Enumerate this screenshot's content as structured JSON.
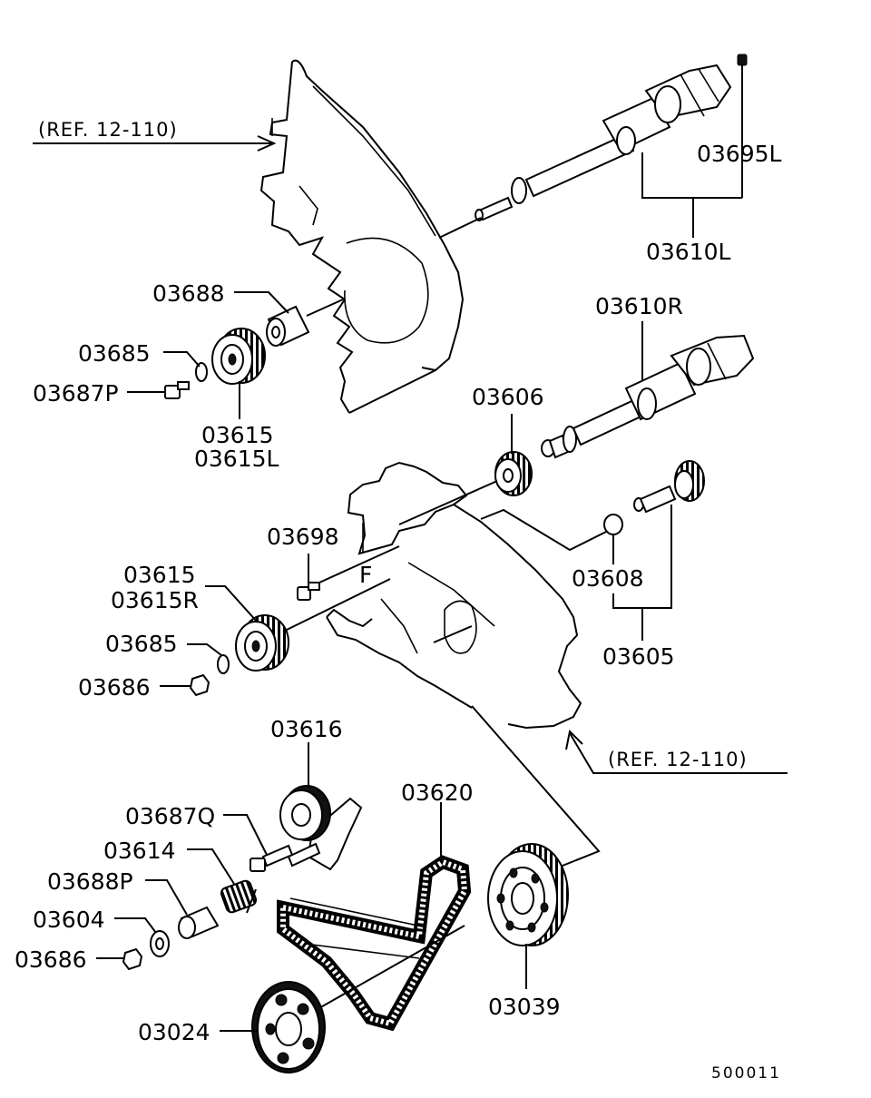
{
  "parts": [
    {
      "id": "p03695L",
      "label": "03695L"
    },
    {
      "id": "p03610L",
      "label": "03610L"
    },
    {
      "id": "p03688",
      "label": "03688"
    },
    {
      "id": "p03685a",
      "label": "03685"
    },
    {
      "id": "p03687P",
      "label": "03687P"
    },
    {
      "id": "p03615a",
      "label": "03615"
    },
    {
      "id": "p03615L",
      "label": "03615L"
    },
    {
      "id": "p03610R",
      "label": "03610R"
    },
    {
      "id": "p03606",
      "label": "03606"
    },
    {
      "id": "p03698",
      "label": "03698"
    },
    {
      "id": "p03615b",
      "label": "03615"
    },
    {
      "id": "p03615R",
      "label": "03615R"
    },
    {
      "id": "p03685b",
      "label": "03685"
    },
    {
      "id": "p03686a",
      "label": "03686"
    },
    {
      "id": "p03608",
      "label": "03608"
    },
    {
      "id": "p03605",
      "label": "03605"
    },
    {
      "id": "p03616",
      "label": "03616"
    },
    {
      "id": "p03687Q",
      "label": "03687Q"
    },
    {
      "id": "p03620",
      "label": "03620"
    },
    {
      "id": "p03614",
      "label": "03614"
    },
    {
      "id": "p03688P",
      "label": "03688P"
    },
    {
      "id": "p03604",
      "label": "03604"
    },
    {
      "id": "p03686b",
      "label": "03686"
    },
    {
      "id": "p03024",
      "label": "03024"
    },
    {
      "id": "p03039",
      "label": "03039"
    }
  ],
  "references": [
    {
      "id": "ref_top",
      "label": "(REF. 12-110)"
    },
    {
      "id": "ref_bottom",
      "label": "(REF. 12-110)"
    }
  ],
  "diagram_code": "500011"
}
